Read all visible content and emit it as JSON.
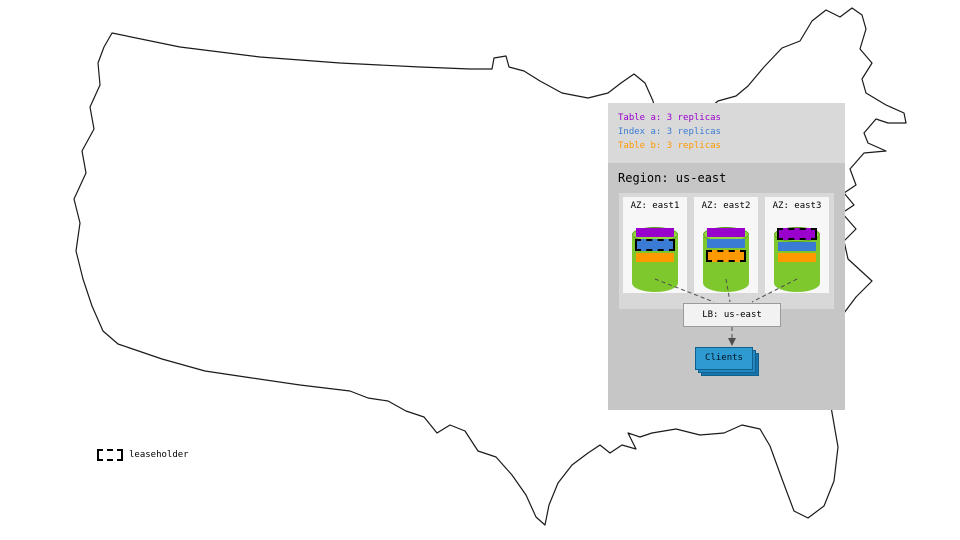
{
  "replica_legend": {
    "items": [
      {
        "id": "table-a",
        "label": "Table a: 3 replicas",
        "color": "#9900cc"
      },
      {
        "id": "index-a",
        "label": "Index a: 3 replicas",
        "color": "#3a7bd5"
      },
      {
        "id": "table-b",
        "label": "Table b: 3 replicas",
        "color": "#ff9900"
      }
    ]
  },
  "region": {
    "title": "Region: us-east",
    "azs": [
      {
        "label": "AZ: east1",
        "replicas": [
          "table-a",
          "index-a",
          "table-b"
        ],
        "leaseholder": "index-a"
      },
      {
        "label": "AZ: east2",
        "replicas": [
          "table-a",
          "index-a",
          "table-b"
        ],
        "leaseholder": "table-b"
      },
      {
        "label": "AZ: east3",
        "replicas": [
          "table-a",
          "index-a",
          "table-b"
        ],
        "leaseholder": "table-a"
      }
    ],
    "load_balancer": {
      "label": "LB: us-east"
    },
    "clients": {
      "label": "Clients"
    }
  },
  "map_legend": {
    "label": "leaseholder"
  },
  "colors": {
    "table_a": "#9900cc",
    "index_a": "#3a7bd5",
    "table_b": "#ff9900",
    "cylinder_green": "#7ec82e",
    "clients_blue": "#2e9ad2",
    "panel_gray": "#d9d9d9",
    "region_gray": "#c6c6c6"
  }
}
